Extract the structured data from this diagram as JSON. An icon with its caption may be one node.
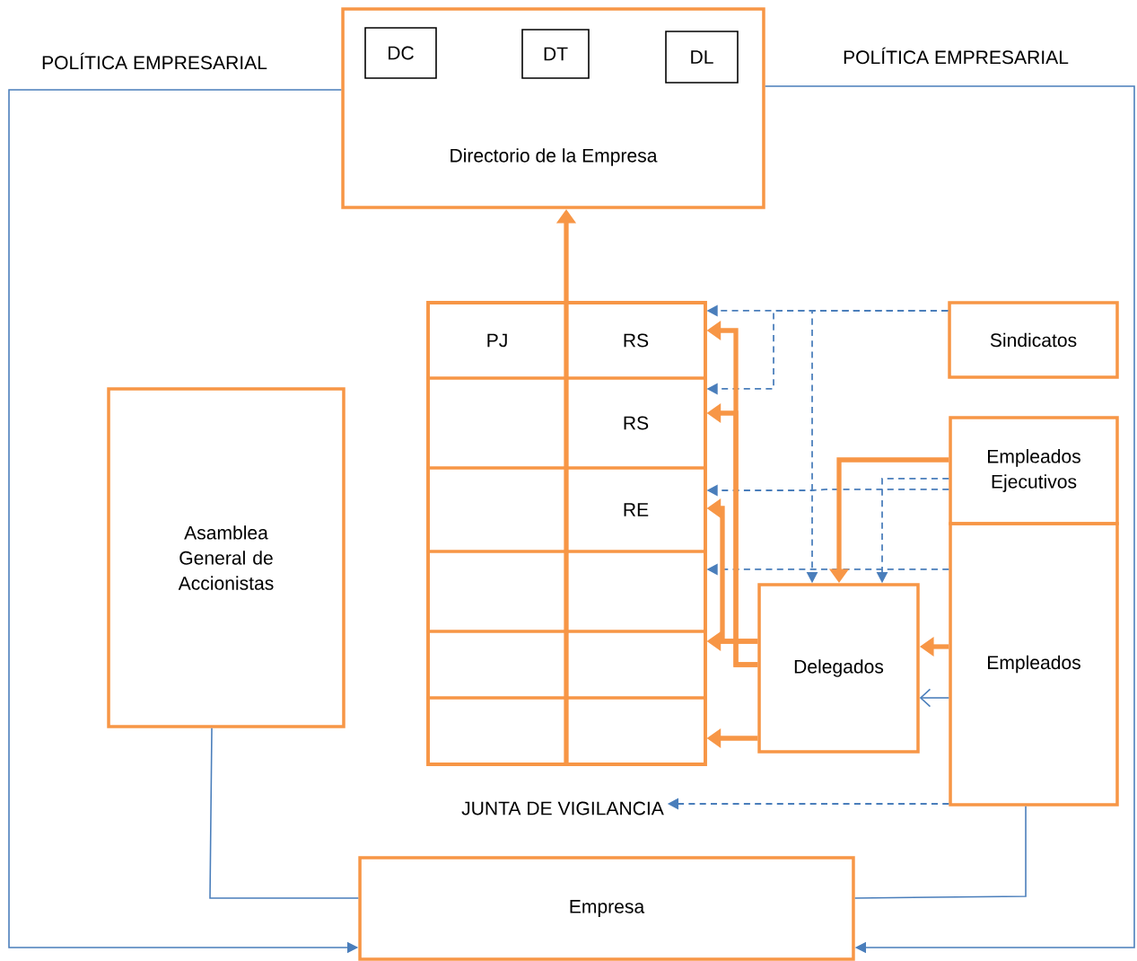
{
  "diagram": {
    "nodes": [
      {
        "text": [
          "Directorio de la Empresa"
        ]
      },
      {
        "text": [
          "DC"
        ],
        "in": 0
      },
      {
        "text": [
          "DT"
        ],
        "in": 0
      },
      {
        "text": [
          "DL"
        ],
        "in": 0
      },
      {
        "text": [],
        "shape": "box"
      },
      {
        "text": [
          "PJ"
        ],
        "in": 4
      },
      {
        "text": [
          "RS"
        ],
        "in": 4
      },
      {
        "text": [],
        "shape": "box",
        "in": 4
      },
      {
        "text": [
          "RS"
        ],
        "in": 4
      },
      {
        "text": [],
        "shape": "box",
        "in": 4
      },
      {
        "text": [
          "RE"
        ],
        "in": 4
      },
      {
        "text": [],
        "shape": "box",
        "in": 4
      },
      {
        "text": [],
        "shape": "box",
        "in": 4
      },
      {
        "text": [],
        "shape": "box",
        "in": 4
      },
      {
        "text": [],
        "shape": "box",
        "in": 4
      },
      {
        "text": [],
        "shape": "box",
        "in": 4
      },
      {
        "text": [],
        "shape": "box",
        "in": 4
      },
      {
        "text": [
          "Sindicatos"
        ]
      },
      {
        "text": [
          "Asamblea General de Accionistas"
        ]
      },
      {
        "text": [
          "Empleados Ejecutivos"
        ]
      },
      {
        "text": [
          "Empleados"
        ]
      },
      {
        "text": [
          "Delegados"
        ]
      },
      {
        "text": [
          "JUNTA DE VIGILANCIA"
        ]
      },
      {
        "text": [
          "Empresa"
        ]
      }
    ],
    "edges": [
      {
        "from": 0,
        "to": 23,
        "arrow": "to",
        "label": "POLÍTICA EMPRESARIAL"
      },
      {
        "from": 0,
        "to": 23,
        "arrow": "to",
        "label": "POLÍTICA EMPRESARIAL"
      },
      {
        "from": 18,
        "to": 23,
        "arrow": "none"
      },
      {
        "from": 20,
        "to": 23,
        "arrow": "none"
      },
      {
        "from": 4,
        "to": 0,
        "arrow": "to",
        "style": "thick",
        "color": "#f79646"
      },
      {
        "from": 17,
        "to": 6,
        "arrow": "to",
        "style": "dashed"
      },
      {
        "from": 17,
        "to": 8,
        "arrow": "to",
        "style": "dashed"
      },
      {
        "from": 17,
        "to": 21,
        "arrow": "to",
        "style": "dashed"
      },
      {
        "from": 19,
        "to": 10,
        "arrow": "to",
        "style": "dashed"
      },
      {
        "from": 19,
        "to": 21,
        "arrow": "to",
        "style": "dashed"
      },
      {
        "from": 20,
        "to": 12,
        "arrow": "to",
        "style": "dashed"
      },
      {
        "from": 20,
        "to": 22,
        "arrow": "to",
        "style": "dashed"
      },
      {
        "from": 19,
        "to": 21,
        "arrow": "to",
        "style": "thick",
        "color": "#f79646"
      },
      {
        "from": 20,
        "to": 21,
        "arrow": "to",
        "style": "thick",
        "color": "#f79646"
      },
      {
        "from": 20,
        "to": 21,
        "arrow": "to"
      },
      {
        "from": 21,
        "to": 6,
        "arrow": "to",
        "style": "thick",
        "color": "#f79646"
      },
      {
        "from": 21,
        "to": 8,
        "arrow": "to",
        "style": "thick",
        "color": "#f79646"
      },
      {
        "from": 21,
        "to": 10,
        "arrow": "to",
        "style": "thick",
        "color": "#f79646"
      },
      {
        "from": 21,
        "to": 14,
        "arrow": "to",
        "style": "thick",
        "color": "#f79646"
      },
      {
        "from": 21,
        "to": 16,
        "arrow": "to",
        "style": "thick",
        "color": "#f79646"
      }
    ]
  }
}
